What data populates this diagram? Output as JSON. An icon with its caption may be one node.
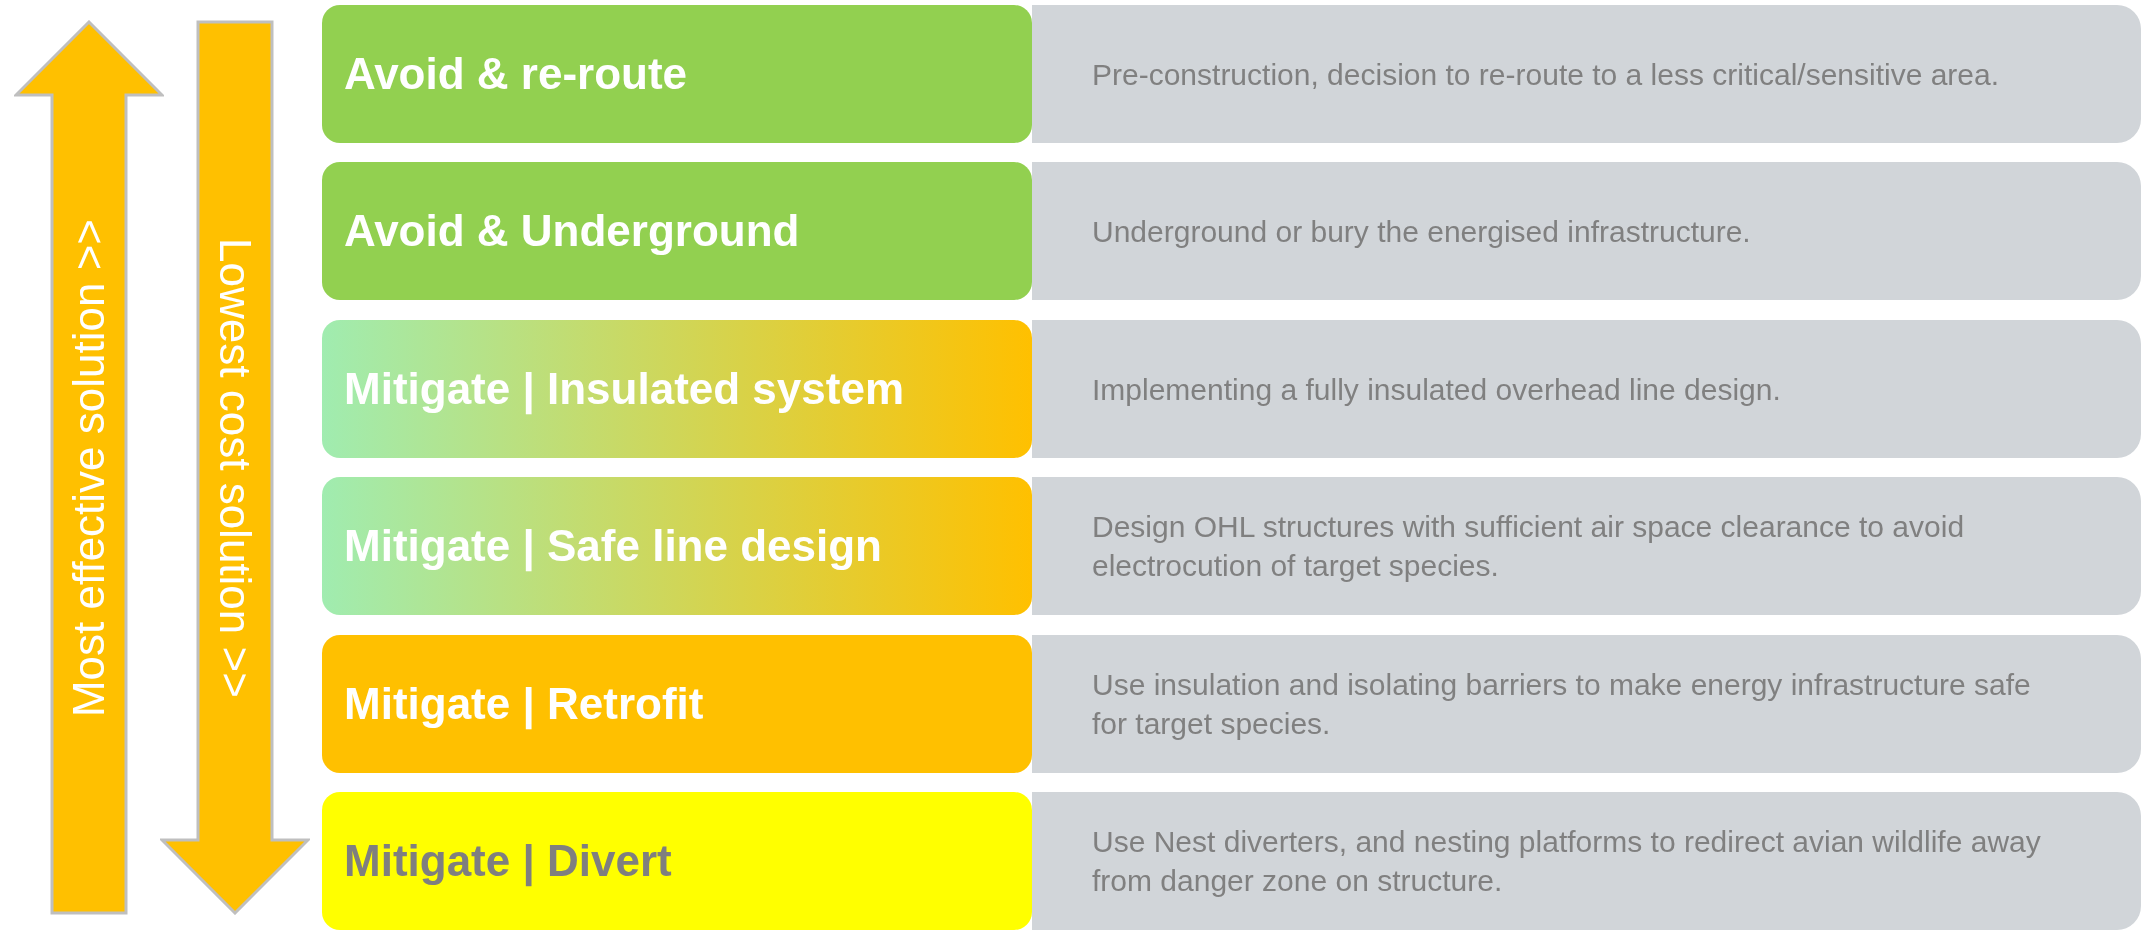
{
  "diagram": {
    "nodes": [
      {
        "text": [
          "Most effective solution >>"
        ]
      },
      {
        "text": [
          "Lowest cost solution >>"
        ]
      },
      {
        "text": [
          "Avoid & re-route"
        ]
      },
      {
        "text": [
          "Pre-construction, decision to re-route to a less critical/sensitive area."
        ]
      },
      {
        "text": [
          "Avoid & Underground"
        ]
      },
      {
        "text": [
          "Underground or bury the energised infrastructure."
        ]
      },
      {
        "text": [
          "Mitigate | Insulated system"
        ]
      },
      {
        "text": [
          "Implementing a fully insulated overhead line design."
        ]
      },
      {
        "text": [
          "Mitigate | Safe line design"
        ]
      },
      {
        "text": [
          "Design OHL structures with sufficient air space clearance to avoid electrocution of target species."
        ]
      },
      {
        "text": [
          "Mitigate | Retrofit"
        ]
      },
      {
        "text": [
          "Use insulation and isolating barriers to make energy infrastructure safe for target species."
        ]
      },
      {
        "text": [
          "Mitigate | Divert"
        ]
      },
      {
        "text": [
          "Use Nest diverters, and nesting platforms to redirect avian wildlife away from danger zone on structure."
        ]
      }
    ]
  }
}
